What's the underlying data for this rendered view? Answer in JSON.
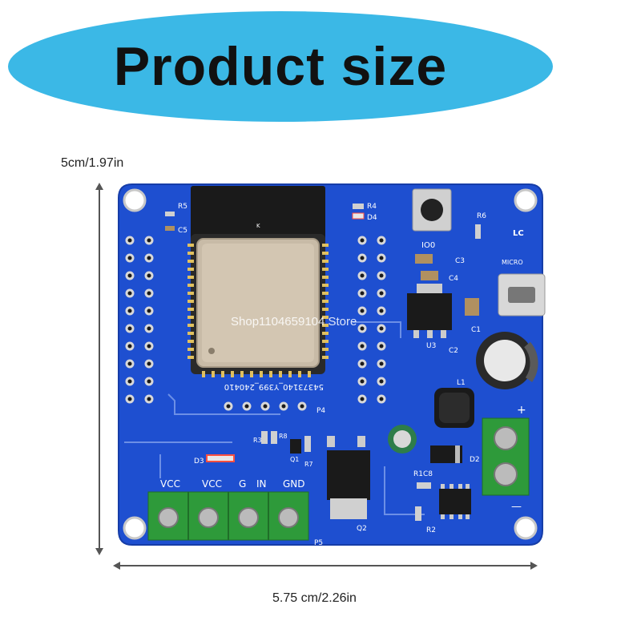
{
  "banner": {
    "title": "Product size",
    "color": "#3bb8e6"
  },
  "dimensions": {
    "height": "5cm/1.97in",
    "width": "5.75 cm/2.26in"
  },
  "watermark": "Shop1104659104 Store",
  "board": {
    "color": "#1e4fd0",
    "module_code": "54373140_Y399_240410",
    "terminal_labels": [
      "VCC",
      "VCC",
      "G",
      "IN",
      "GND"
    ],
    "labels": {
      "r5": "R5",
      "c5": "C5",
      "r4": "R4",
      "d4": "D4",
      "io0": "IO0",
      "r6": "R6",
      "lc": "LC",
      "c3": "C3",
      "c4": "C4",
      "micro": "MICRO",
      "c1": "C1",
      "u3": "U3",
      "c2": "C2",
      "l1": "L1",
      "p4": "P4",
      "r3": "R3",
      "r8": "R8",
      "q1": "Q1",
      "r7": "R7",
      "d3": "D3",
      "d2": "D2",
      "r1c8": "R1C8",
      "r2": "R2",
      "q2": "Q2",
      "p5": "P5",
      "plus": "+",
      "minus": "—",
      "k": "K"
    }
  }
}
